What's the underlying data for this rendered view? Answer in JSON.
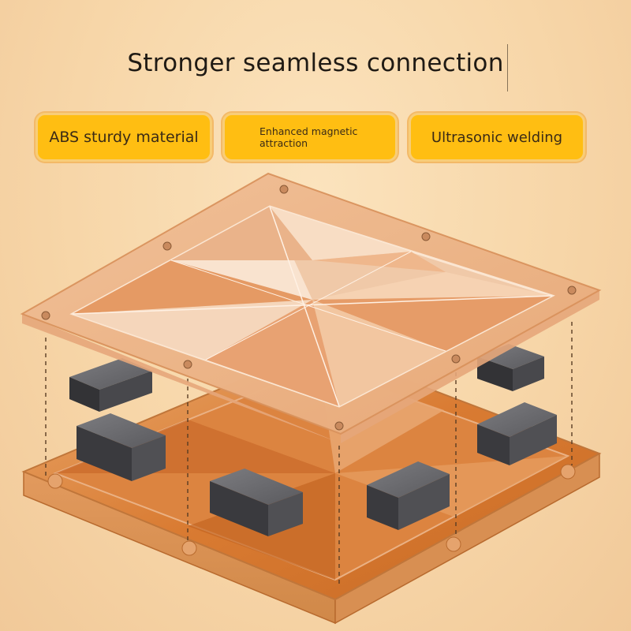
{
  "heading": "Stronger seamless connection",
  "features": [
    {
      "label": "ABS sturdy material"
    },
    {
      "label": "Enhanced magnetic attraction"
    },
    {
      "label": "Ultrasonic welding"
    }
  ],
  "colors": {
    "background": "#f7d6a8",
    "badge": "#ffbe12",
    "badge_border": "#f8cd78",
    "tile": "#e08a4a",
    "magnet": "#4a4a4e"
  }
}
